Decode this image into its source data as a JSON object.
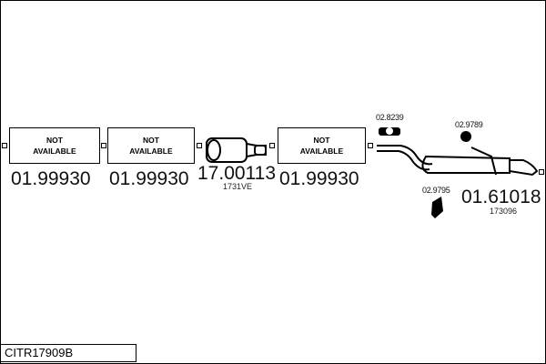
{
  "parts": [
    {
      "number": "01.99930",
      "box": [
        "NOT",
        "AVAILABLE"
      ]
    },
    {
      "number": "01.99930",
      "box": [
        "NOT",
        "AVAILABLE"
      ]
    },
    {
      "number": "17.00113",
      "ref": "1731VE"
    },
    {
      "number": "01.99930",
      "box": [
        "NOT",
        "AVAILABLE"
      ]
    },
    {
      "number": "01.61018",
      "ref": "173096"
    }
  ],
  "accessories": [
    "02.8239",
    "02.9789",
    "02.9795"
  ],
  "diagram_code": "CITR17909B"
}
